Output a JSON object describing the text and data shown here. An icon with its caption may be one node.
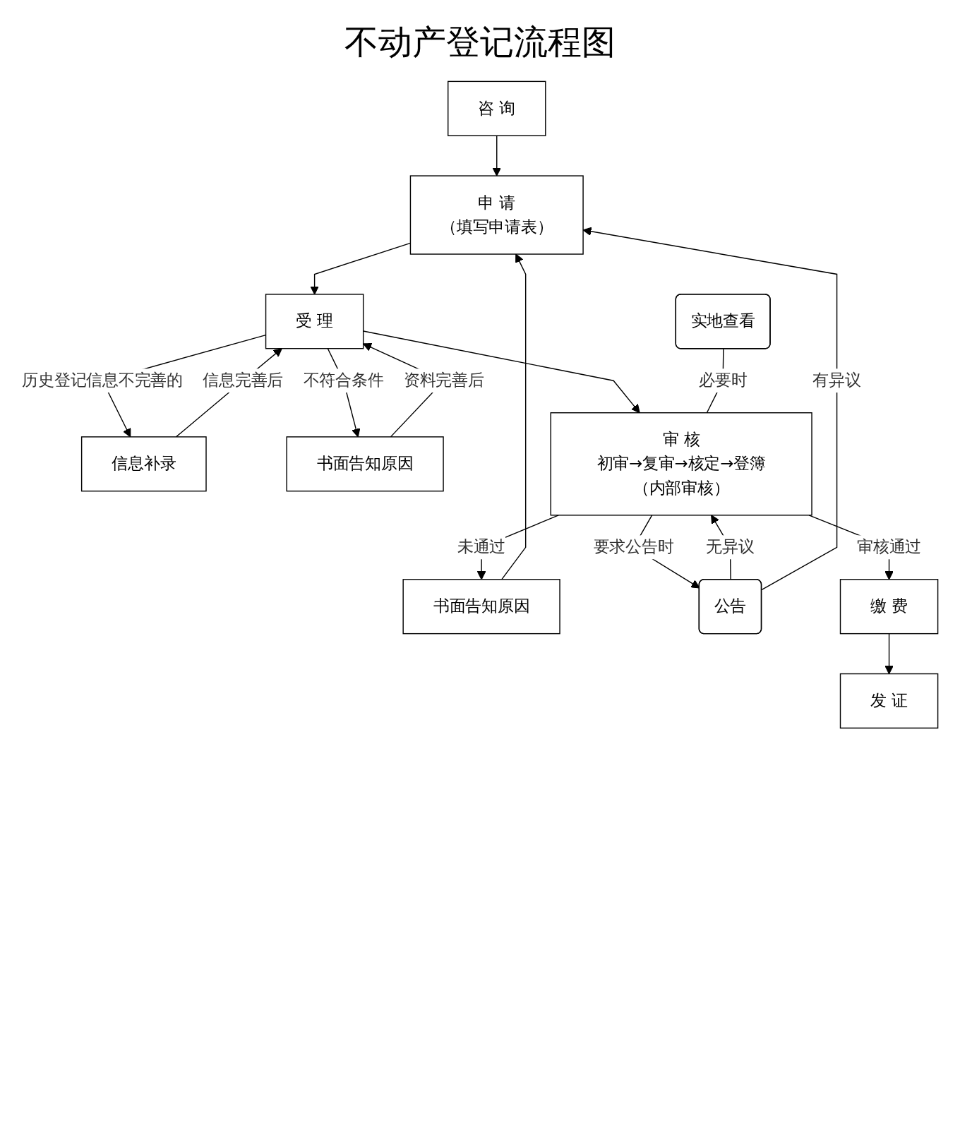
{
  "diagram": {
    "title": "不动产登记流程图",
    "nodes": [
      {
        "text": [
          "咨 询"
        ]
      },
      {
        "text": [
          "申 请",
          "（填写申请表）"
        ]
      },
      {
        "text": [
          "受 理"
        ]
      },
      {
        "text": [
          "信息补录"
        ]
      },
      {
        "text": [
          "书面告知原因"
        ]
      },
      {
        "text": [
          "书面告知原因"
        ]
      },
      {
        "text": [
          "审 核",
          "初审→复审→核定→登簿（内部审核）"
        ]
      },
      {
        "text": [
          "实地查看"
        ]
      },
      {
        "text": [
          "公告"
        ]
      },
      {
        "text": [
          "缴 费"
        ]
      },
      {
        "text": [
          "发 证"
        ]
      }
    ],
    "edges": [
      {
        "from": 0,
        "to": 1,
        "arrow": "to"
      },
      {
        "from": 1,
        "to": 2,
        "arrow": "to"
      },
      {
        "from": 2,
        "to": 3,
        "arrow": "to",
        "label": "历史登记信息不完善的"
      },
      {
        "from": 3,
        "to": 2,
        "arrow": "to",
        "label": "信息完善后"
      },
      {
        "from": 4,
        "to": 2,
        "arrow": "to",
        "label": "资料完善后"
      },
      {
        "from": 2,
        "to": 4,
        "arrow": "to",
        "label": "不符合条件"
      },
      {
        "from": 2,
        "to": 6,
        "arrow": "to"
      },
      {
        "from": 6,
        "to": 5,
        "arrow": "to",
        "label": "未通过"
      },
      {
        "from": 5,
        "to": 1,
        "arrow": "to"
      },
      {
        "from": 7,
        "to": 6,
        "arrow": "none",
        "label": "必要时"
      },
      {
        "from": 6,
        "to": 8,
        "arrow": "to",
        "label": "要求公告时"
      },
      {
        "from": 8,
        "to": 6,
        "arrow": "to",
        "label": "无异议"
      },
      {
        "from": 8,
        "to": 1,
        "arrow": "to",
        "label": "有异议"
      },
      {
        "from": 6,
        "to": 9,
        "arrow": "to",
        "label": "审核通过"
      },
      {
        "from": 9,
        "to": 10,
        "arrow": "to"
      }
    ]
  }
}
